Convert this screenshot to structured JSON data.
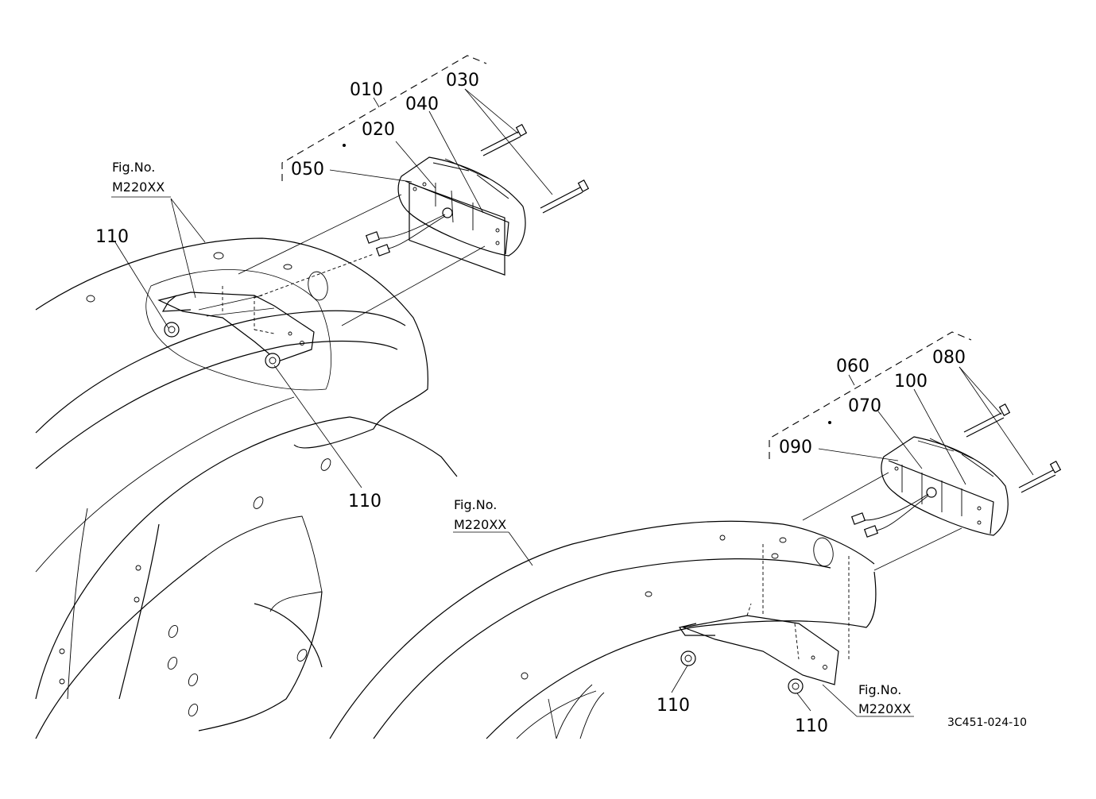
{
  "callouts": {
    "c010": "010",
    "c020": "020",
    "c030": "030",
    "c040": "040",
    "c050": "050",
    "c060": "060",
    "c070": "070",
    "c080": "080",
    "c090": "090",
    "c100": "100",
    "c110_a": "110",
    "c110_b": "110",
    "c110_c": "110",
    "c110_d": "110"
  },
  "figure_refs": {
    "left": {
      "line1": "Fig.No.",
      "line2": "M220XX"
    },
    "center": {
      "line1": "Fig.No.",
      "line2": "M220XX"
    },
    "right": {
      "line1": "Fig.No.",
      "line2": "M220XX"
    }
  },
  "drawing_number": "3C451-024-10"
}
